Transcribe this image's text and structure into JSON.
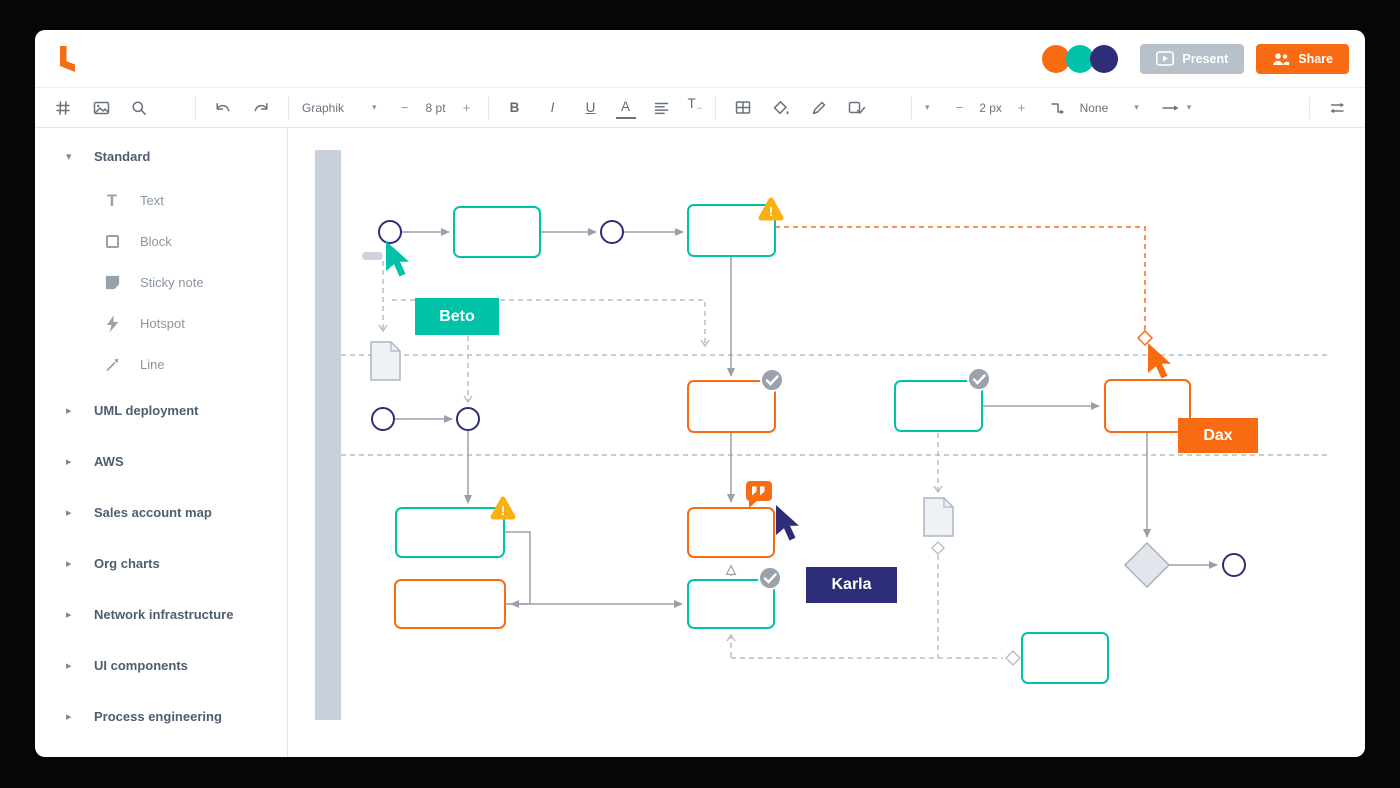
{
  "colors": {
    "brand_orange": "#f96b13",
    "teal": "#00c2a8",
    "indigo": "#2d2d78",
    "warning_yellow": "#f9b010",
    "connector_gray": "#98a0ac",
    "dashed_gray": "#b6bdc7",
    "lane_bar": "#c8d0db",
    "check_badge_gray": "#99a2ad"
  },
  "icons": {
    "chevron_down": "▾",
    "chevron_right": "▸",
    "warning_bang": "!",
    "text_glyph": "T"
  },
  "header": {
    "present_label": "Present",
    "share_label": "Share",
    "avatars": [
      {
        "id": "avatar-orange",
        "color": "#f96b13"
      },
      {
        "id": "avatar-teal",
        "color": "#00c2a8"
      },
      {
        "id": "avatar-indigo",
        "color": "#2d2d78"
      }
    ]
  },
  "toolbar": {
    "font_family_value": "Graphik",
    "font_size_value": "8 pt",
    "minus": "−",
    "plus": "+",
    "bold_label": "B",
    "italic_label": "I",
    "underline_label": "U",
    "font_color_label": "A",
    "text_options_label": "T",
    "line_width_value": "2 px",
    "endpoint_style_value": "None"
  },
  "sidebar": {
    "sections": [
      {
        "label": "Standard",
        "expanded": true,
        "items": [
          {
            "label": "Text"
          },
          {
            "label": "Block"
          },
          {
            "label": "Sticky note"
          },
          {
            "label": "Hotspot"
          },
          {
            "label": "Line"
          }
        ]
      },
      {
        "label": "UML deployment",
        "expanded": false
      },
      {
        "label": "AWS",
        "expanded": false
      },
      {
        "label": "Sales account map",
        "expanded": false
      },
      {
        "label": "Org charts",
        "expanded": false
      },
      {
        "label": "Network infrastructure",
        "expanded": false
      },
      {
        "label": "UI components",
        "expanded": false
      },
      {
        "label": "Process engineering",
        "expanded": false
      }
    ]
  },
  "canvas": {
    "cursors": [
      {
        "name": "Beto",
        "color": "#00c2a8"
      },
      {
        "name": "Karla",
        "color": "#2d2d78"
      },
      {
        "name": "Dax",
        "color": "#f96b13"
      }
    ]
  }
}
